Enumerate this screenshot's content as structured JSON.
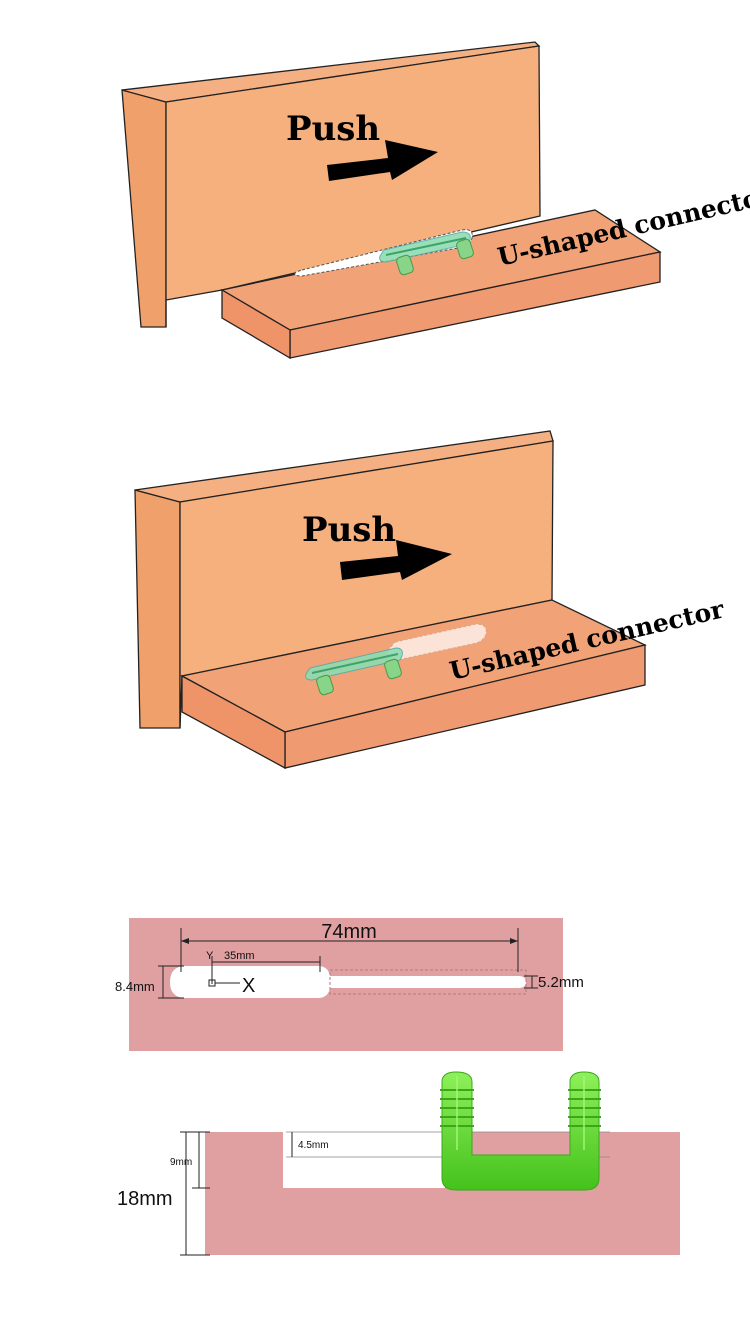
{
  "scene1": {
    "push_label": "Push",
    "connector_label": "U-shaped connector"
  },
  "scene2": {
    "push_label": "Push",
    "connector_label": "U-shaped connector"
  },
  "top_view": {
    "length_label": "74mm",
    "y_label": "Y",
    "offset_label": "35mm",
    "x_label": "X",
    "width_label": "8.4mm",
    "narrow_width_label": "5.2mm"
  },
  "side_view": {
    "depth_label": "9mm",
    "board_thickness_label": "18mm",
    "groove_label": "4.5mm"
  },
  "colors": {
    "board_face": "#f5b07e",
    "board_side": "#f0a06a",
    "shelf": "#f09a72",
    "diagram_pink": "#e0a0a2",
    "connector_green": "#66dd33"
  }
}
